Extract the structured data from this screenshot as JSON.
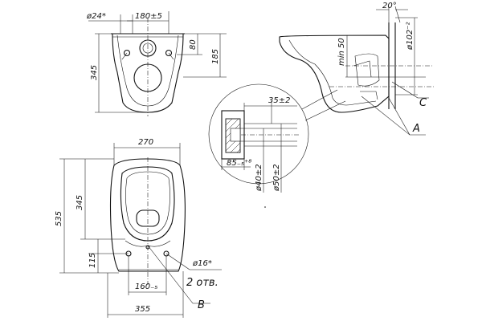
{
  "front_view": {
    "hole_diameter": "ø24*",
    "hole_spacing": "180±5",
    "height_inlet": "80",
    "height_overall": "185",
    "height_total": "345"
  },
  "side_view": {
    "angle": "20°",
    "outlet_diameter": "ø102⁻²",
    "min_height": "min 50",
    "label_c": "C",
    "label_a": "A"
  },
  "detail": {
    "offset": "35±2",
    "depth": "85₋₅⁺⁸",
    "inner_diameter": "ø40±2",
    "outer_diameter": "ø50±2"
  },
  "top_view": {
    "width": "270",
    "length_total": "535",
    "length_inner": "345",
    "hole_offset": "115",
    "hole_diameter": "ø16*",
    "holes_count": "2 отв.",
    "hole_spacing": "160₋₅",
    "length_rear": "355",
    "label_b": "B"
  }
}
